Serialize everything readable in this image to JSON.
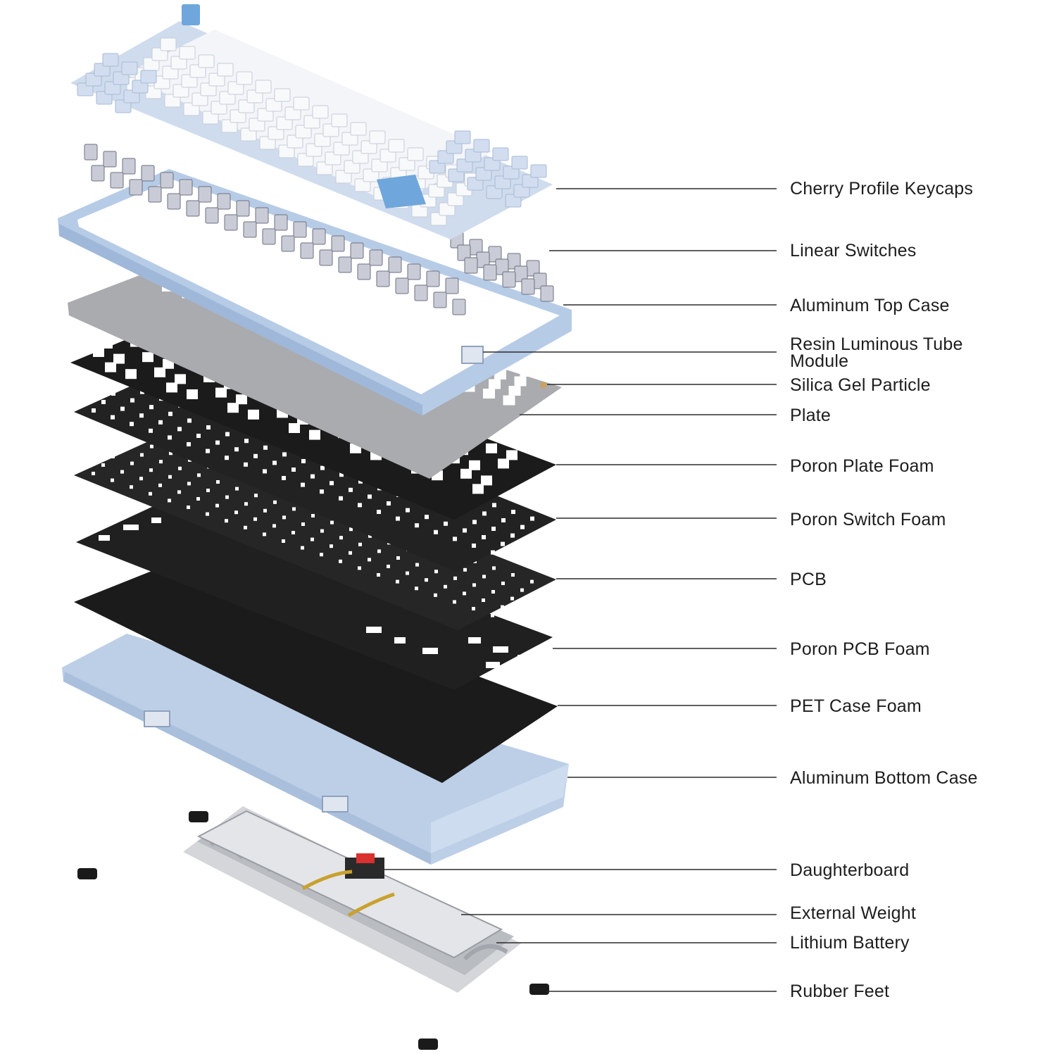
{
  "title": "",
  "labels": {
    "cherry_profile_keycaps": "Cherry Profile Keycaps",
    "linear_switches": "Linear Switches",
    "aluminum_top_case": "Aluminum Top Case",
    "resin_luminous_tube_module": "Resin Luminous Tube Module",
    "silica_gel_particle": "Silica Gel Particle",
    "plate": "Plate",
    "poron_plate_foam": "Poron Plate Foam",
    "poron_switch_foam": "Poron Switch Foam",
    "pcb": "PCB",
    "poron_pcb_foam": "Poron PCB Foam",
    "pet_case_foam": "PET Case Foam",
    "aluminum_bottom_case": "Aluminum Bottom Case",
    "daughterboard": "Daughterboard",
    "external_weight": "External Weight",
    "lithium_battery": "Lithium Battery",
    "rubber_feet": "Rubber Feet"
  },
  "colors": {
    "keycap_white": "#f2f4f8",
    "keycap_blue": "#b9cde6",
    "accent_blue": "#6fa6dc",
    "case_blue": "#c3d4ea",
    "plate_grey": "#a7a9ad",
    "foam_black": "#1b1b1b",
    "weight_grey": "#c9cbcf",
    "daughterboard_red": "#d8312f",
    "leader_line": "#2b2b2b"
  }
}
